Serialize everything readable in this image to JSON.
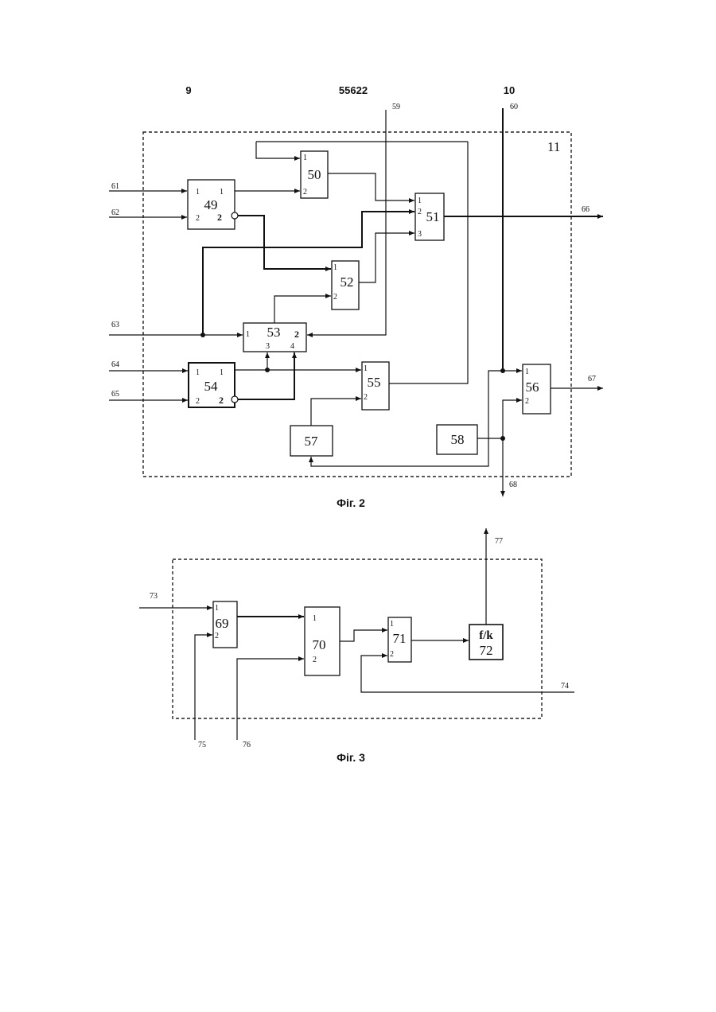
{
  "header": {
    "page_left": "9",
    "patent_number": "55622",
    "page_right": "10"
  },
  "fig2": {
    "caption": "Фіг. 2",
    "frame_label": "11",
    "blocks": {
      "b49": "49",
      "b50": "50",
      "b51": "51",
      "b52": "52",
      "b53": "53",
      "b54": "54",
      "b55": "55",
      "b56": "56",
      "b57": "57",
      "b58": "58"
    },
    "signals": {
      "s59": "59",
      "s60": "60",
      "s61": "61",
      "s62": "62",
      "s63": "63",
      "s64": "64",
      "s65": "65",
      "s66": "66",
      "s67": "67",
      "s68": "68"
    }
  },
  "fig3": {
    "caption": "Фіг. 3",
    "blocks": {
      "b69": "69",
      "b70": "70",
      "b71": "71",
      "b72": "72",
      "b72_func": "f/k"
    },
    "signals": {
      "s73": "73",
      "s74": "74",
      "s75": "75",
      "s76": "76",
      "s77": "77"
    }
  },
  "ports": {
    "p1": "1",
    "p2": "2",
    "p3": "3",
    "p4": "4"
  }
}
